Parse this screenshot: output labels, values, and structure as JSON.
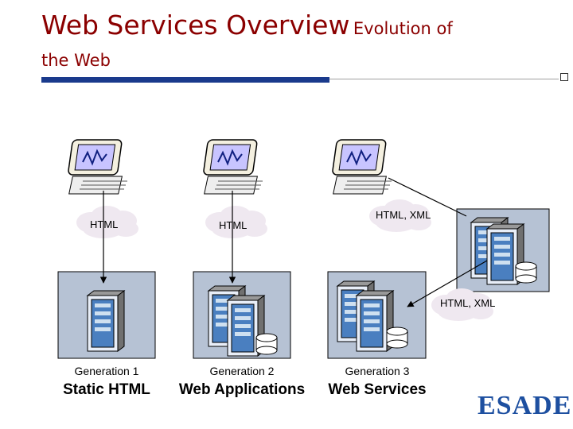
{
  "title": {
    "main": "Web Services Overview",
    "secondary": "Evolution of",
    "line2": "the Web"
  },
  "clouds": {
    "gen1": "HTML",
    "gen2": "HTML",
    "gen3_top": "HTML, XML",
    "gen3_right": "HTML, XML"
  },
  "generations": [
    {
      "label": "Generation 1",
      "name": "Static HTML"
    },
    {
      "label": "Generation 2",
      "name": "Web Applications"
    },
    {
      "label": "Generation 3",
      "name": "Web Services"
    }
  ],
  "logo": "ESADE",
  "colors": {
    "title": "#8b0000",
    "accent_bar": "#1a3a8c",
    "panel": "#b6c2d4",
    "logo": "#1d4fa0"
  }
}
